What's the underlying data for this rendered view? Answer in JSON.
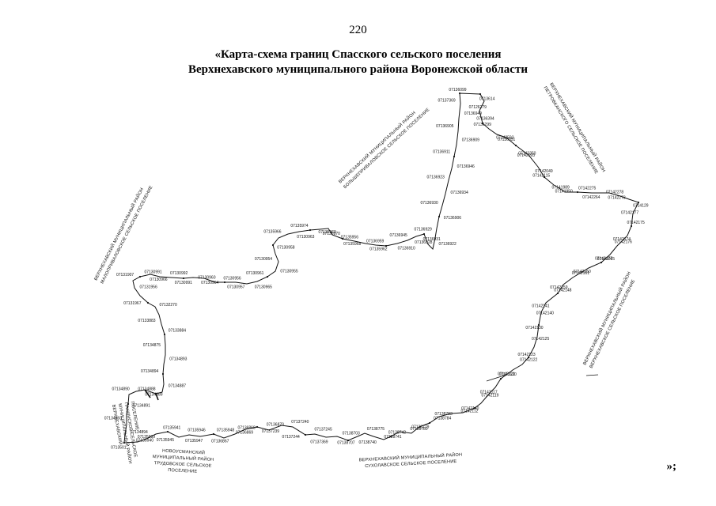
{
  "page_number": "220",
  "title_line1": "«Карта-схема границ Спасского сельского поселения",
  "title_line2": "Верхнехавского муниципального района Воронежской области",
  "closing_mark": "»;",
  "neighbors": [
    {
      "id": "top-right",
      "lines": [
        "ВЕРХНЕХАВСКИЙ МУНИЦИПАЛЬНЫЙ РАЙОН",
        "ПЕТРОВКАНСКОГО СЕЛЬСКОЕ ПОСЕЛЕНИЕ"
      ]
    },
    {
      "id": "top-center",
      "lines": [
        "ВЕРХНЕХАВСКИЙ МУНИЦИПАЛЬНЫЙ РАЙОН",
        "БОЛЬШЕПРИВАЛОВСКОЕ СЕЛЬСКОЕ ПОСЕЛЕНИЕ"
      ]
    },
    {
      "id": "left",
      "lines": [
        "ВЕРХНЕХАВСКИЙ МУНИЦИПАЛЬНЫЙ РАЙОН",
        "МАЛОПРИВАЛОВСКОЕ СЕЛЬСКОЕ ПОСЕЛЕНИЕ"
      ]
    },
    {
      "id": "right",
      "lines": [
        "ВЕРХНЕХАВСКИЙ МУНИЦИПАЛЬНЫЙ РАЙОН",
        "ВЕРХНЕХАВСКОЕ СЕЛЬСКОЕ ПОСЕЛЕНИЕ"
      ]
    },
    {
      "id": "bottom-left",
      "lines": [
        "ВЕРХНЕХАВСКИЙ",
        "МУНИЦИПАЛЬНЫЙ РАЙОН",
        "ПАНИНСКОЕ СЕЛЬСКОЕ",
        "ПОСЕЛЕНИЕ"
      ]
    },
    {
      "id": "bottom-center-left",
      "lines": [
        "НОВОУСМАНСКИЙ",
        "МУНИЦИПАЛЬНЫЙ РАЙОН",
        "ТРУДОВСКОЕ СЕЛЬСКОЕ",
        "ПОСЕЛЕНИЕ"
      ]
    },
    {
      "id": "bottom-center",
      "lines": [
        "ВЕРХНЕХАВСКИЙ МУНИЦИПАЛЬНЫЙ РАЙОН",
        "СУХОЛАВСКОЕ СЕЛЬСКОЕ ПОСЕЛЕНИЕ"
      ]
    }
  ],
  "boundary_points": [
    "07136099",
    "0713614",
    "07126279",
    "07136394",
    "07136299",
    "07136351",
    "07142593",
    "07142350",
    "07142093",
    "07142049",
    "07142115",
    "07141950",
    "07141989",
    "07142264",
    "07142275",
    "07142273",
    "07142278",
    "0714129",
    "07142177",
    "07142175",
    "07142174",
    "07142176",
    "07142177",
    "07142065",
    "07142161",
    "07142150",
    "07142159",
    "07142148",
    "07142141",
    "07142140",
    "07142130",
    "07142125",
    "07142123",
    "07142122",
    "07142121",
    "07142120",
    "07142117",
    "07142119",
    "07142112",
    "07142140",
    "07138784",
    "07138783",
    "07138780",
    "07138779",
    "07138741",
    "07138742",
    "07138740",
    "07138775",
    "07138707",
    "07138703",
    "07137369",
    "07137245",
    "07137244",
    "07137240",
    "07137239",
    "07136870",
    "07136869",
    "07136868",
    "07136867",
    "07135948",
    "07135947",
    "07135946",
    "07135945",
    "07135941",
    "07135940",
    "07135939",
    "0713501",
    "07134894",
    "07134893",
    "07134891",
    "07134890",
    "07134889",
    "07134888",
    "07134887",
    "07134894",
    "07134893",
    "07134875",
    "07133884",
    "07133883",
    "07132270",
    "07131967",
    "07131956",
    "07131907",
    "07130966",
    "07130991",
    "07130991",
    "07130992",
    "07130964",
    "07130960",
    "07130957",
    "07130956",
    "07130965",
    "07130961",
    "07130955",
    "07130954",
    "07130958",
    "07135966",
    "07130963",
    "07135974",
    "07135970",
    "07135969",
    "07135968",
    "07135956",
    "07135962",
    "07136959",
    "07136910",
    "07136945",
    "07136931",
    "07136928",
    "07136922",
    "07136929",
    "07136906",
    "07136930",
    "07136934",
    "07136923",
    "07136946",
    "07136911",
    "07136909",
    "07136905",
    "07136949",
    "07137369"
  ]
}
